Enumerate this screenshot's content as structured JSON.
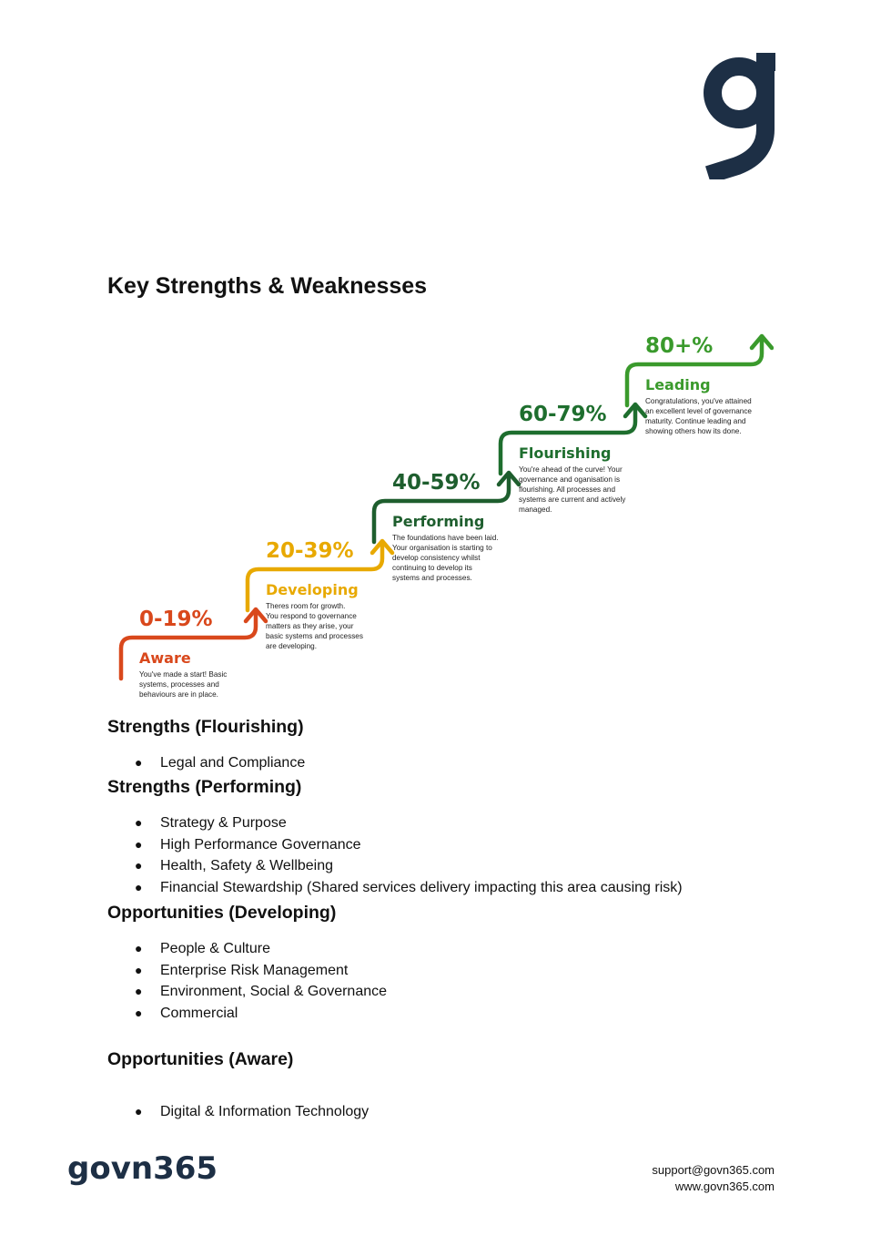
{
  "brand": {
    "wordmark": "govn365",
    "mark_color": "#1d2f45"
  },
  "page": {
    "title": "Key Strengths & Weaknesses"
  },
  "maturity_steps": [
    {
      "range": "0-19%",
      "name": "Aware",
      "color": "#d9481c",
      "description": [
        "You've made a start! Basic",
        "systems, processes and",
        "behaviours are in place."
      ]
    },
    {
      "range": "20-39%",
      "name": "Developing",
      "color": "#e8a900",
      "description": [
        "Theres room for growth.",
        "You respond to governance",
        "matters as they arise, your",
        "basic systems and processes",
        "are developing."
      ]
    },
    {
      "range": "40-59%",
      "name": "Performing",
      "color": "#1e5e2e",
      "description": [
        "The foundations have been laid.",
        "Your organisation is starting to",
        "develop consistency whilst",
        "continuing to develop its",
        "systems and processes."
      ]
    },
    {
      "range": "60-79%",
      "name": "Flourishing",
      "color": "#1e6e2e",
      "description": [
        "You're ahead of the curve! Your",
        "governance and oganisation is",
        "flourishing. All processes and",
        "systems are current and actively",
        "managed."
      ]
    },
    {
      "range": "80+%",
      "name": "Leading",
      "color": "#3a9a2c",
      "description": [
        "Congratulations, you've attained",
        "an excellent level of governance",
        "maturity. Continue leading and",
        "showing others how its done."
      ]
    }
  ],
  "sections": [
    {
      "heading": "Strengths (Flourishing)",
      "items": [
        "Legal and Compliance"
      ]
    },
    {
      "heading": "Strengths (Performing)",
      "items": [
        "Strategy & Purpose",
        "High Performance Governance",
        "Health, Safety & Wellbeing",
        "Financial Stewardship (Shared services delivery impacting this area causing risk)"
      ]
    },
    {
      "heading": "Opportunities (Developing)",
      "items": [
        "People & Culture",
        "Enterprise Risk Management",
        "Environment, Social & Governance",
        "Commercial"
      ]
    },
    {
      "heading": "Opportunities (Aware)",
      "items": [
        "Digital & Information Technology"
      ]
    }
  ],
  "bullet_glyph": "●",
  "footer": {
    "email": "support@govn365.com",
    "website": "www.govn365.com"
  }
}
